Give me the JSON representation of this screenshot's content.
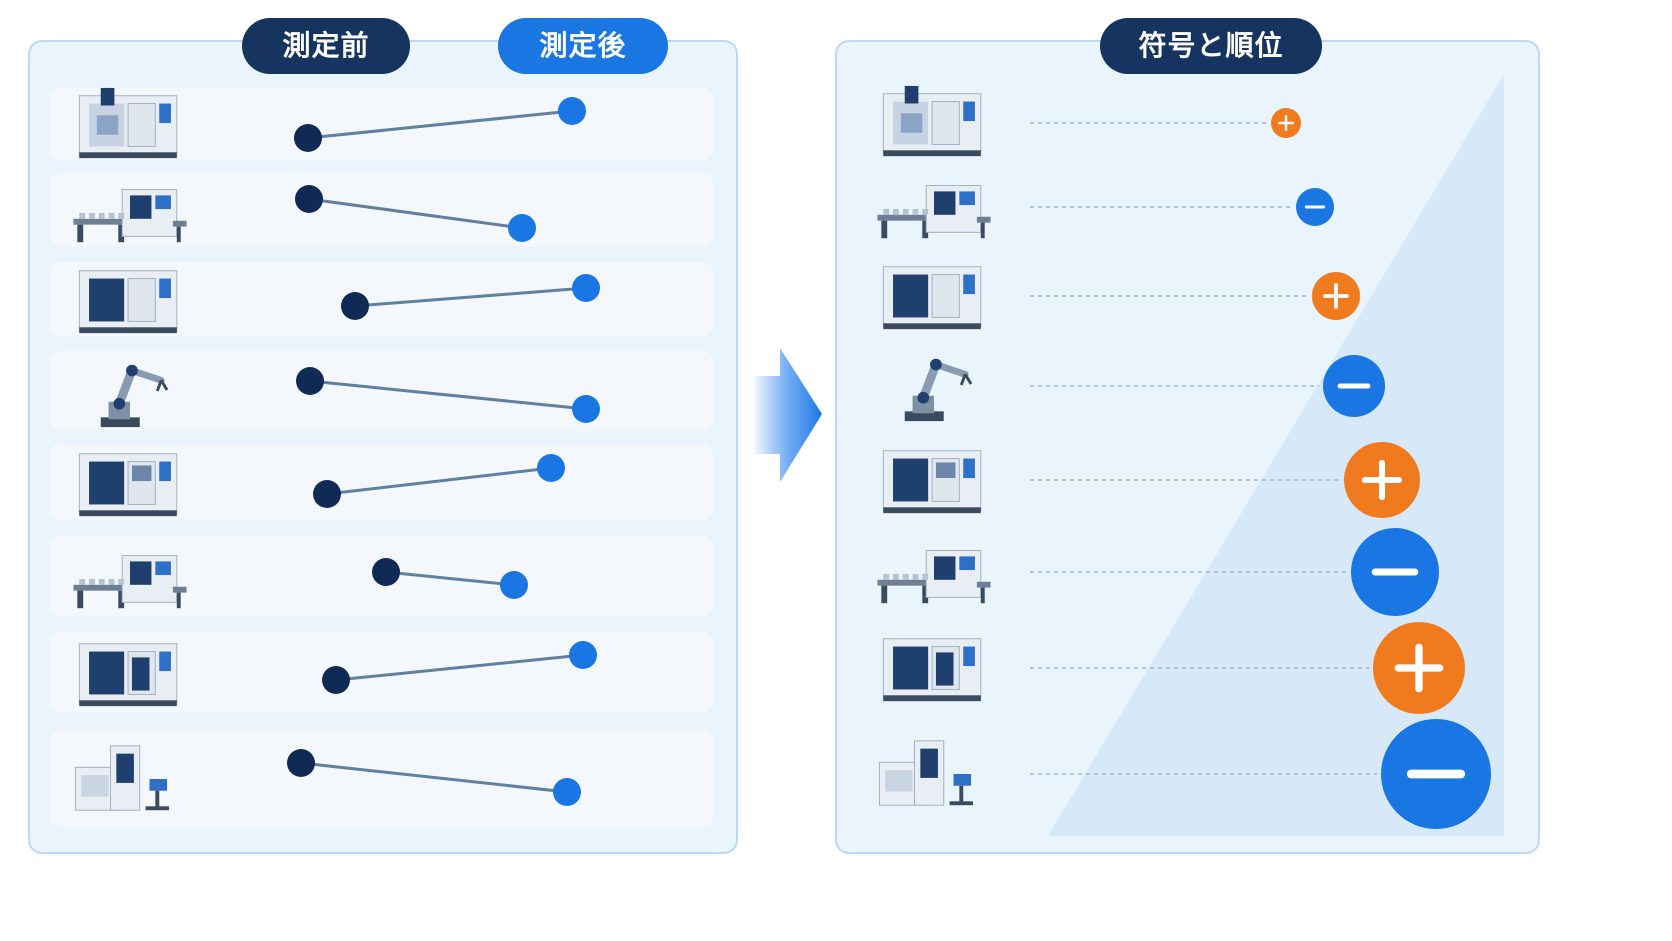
{
  "headers": {
    "before": "測定前",
    "after": "測定後",
    "sign_rank": "符号と順位"
  },
  "colors": {
    "before_dot": "#0f2a55",
    "after_dot": "#1a76e3",
    "plus_badge": "#f07a1e",
    "minus_badge": "#1a76e3",
    "line": "#5f7fa3"
  },
  "machines": [
    {
      "icon": "cnc-machining-center-icon",
      "sign": "+",
      "rank": 1
    },
    {
      "icon": "conveyor-inspection-station-icon",
      "sign": "−",
      "rank": 2
    },
    {
      "icon": "cabinet-machine-icon",
      "sign": "+",
      "rank": 3
    },
    {
      "icon": "robot-arm-icon",
      "sign": "−",
      "rank": 4
    },
    {
      "icon": "enclosed-machine-icon",
      "sign": "+",
      "rank": 5
    },
    {
      "icon": "conveyor-machine-icon",
      "sign": "−",
      "rank": 6
    },
    {
      "icon": "industrial-enclosure-icon",
      "sign": "+",
      "rank": 7
    },
    {
      "icon": "workstation-machine-icon",
      "sign": "−",
      "rank": 8
    }
  ]
}
